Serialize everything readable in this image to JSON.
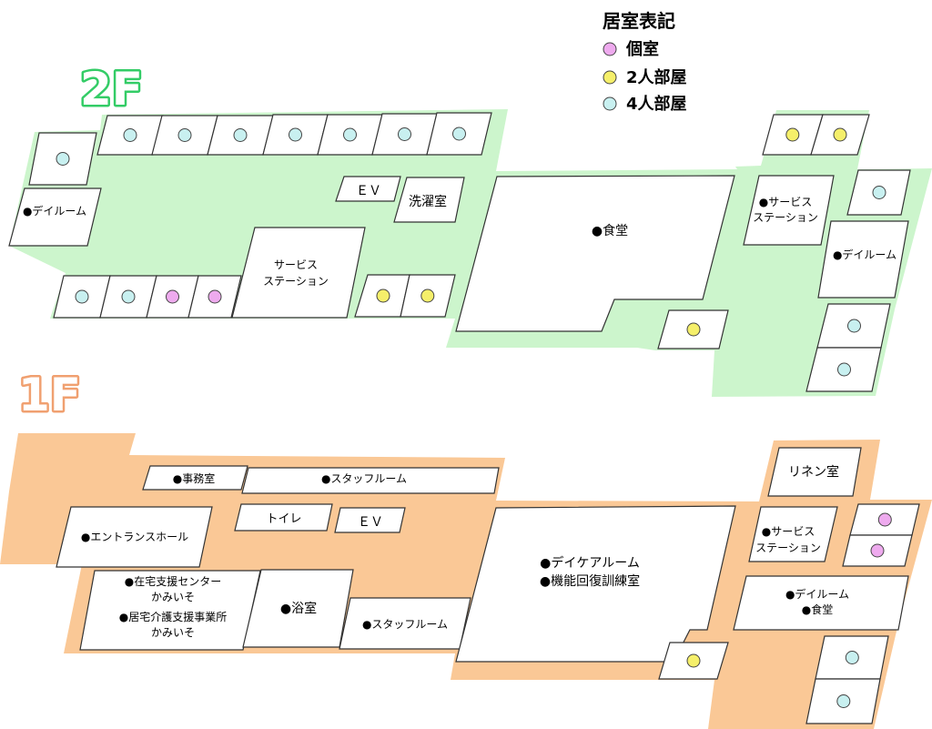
{
  "colors": {
    "floor2_fill": "#ccf5cc",
    "floor2_label": "#33cc66",
    "floor1_fill": "#fac896",
    "floor1_label": "#f0a070",
    "private_room": "#eeaaee",
    "double_room": "#f5ef6a",
    "quad_room": "#c8f0f0",
    "room_fill": "#ffffff"
  },
  "legend": {
    "title": "居室表記",
    "items": [
      {
        "type": "private",
        "label": "個室"
      },
      {
        "type": "double",
        "label": "2人部屋"
      },
      {
        "type": "quad",
        "label": "4人部屋"
      }
    ]
  },
  "floors": {
    "floor2": {
      "label": "2F",
      "rooms": [
        {
          "id": "dayroom-west",
          "label": "●デイルーム"
        },
        {
          "id": "ev",
          "label": "ＥＶ"
        },
        {
          "id": "laundry",
          "label": "洗濯室"
        },
        {
          "id": "service-station-west",
          "lines": [
            "サービス",
            "ステーション"
          ]
        },
        {
          "id": "dining",
          "label": "●食堂"
        },
        {
          "id": "service-station-east",
          "lines": [
            "●サービス",
            "ステーション"
          ]
        },
        {
          "id": "dayroom-east",
          "label": "●デイルーム"
        }
      ],
      "bedrooms": [
        "quad",
        "quad",
        "quad",
        "quad",
        "quad",
        "quad",
        "quad",
        "quad",
        "quad",
        "quad",
        "private",
        "private",
        "double",
        "double",
        "double",
        "double",
        "quad",
        "double",
        "quad",
        "quad",
        "quad"
      ]
    },
    "floor1": {
      "label": "1F",
      "rooms": [
        {
          "id": "office",
          "label": "●事務室"
        },
        {
          "id": "staff-room-north",
          "label": "●スタッフルーム"
        },
        {
          "id": "entrance-hall",
          "label": "●エントランスホール"
        },
        {
          "id": "toilet",
          "label": "トイレ"
        },
        {
          "id": "ev",
          "label": "ＥＶ"
        },
        {
          "id": "support-offices",
          "lines": [
            "●在宅支援センター",
            "かみいそ",
            "●居宅介護支援事業所",
            "かみいそ"
          ]
        },
        {
          "id": "bath",
          "label": "●浴室"
        },
        {
          "id": "staff-room-south",
          "label": "●スタッフルーム"
        },
        {
          "id": "daycare",
          "lines": [
            "●デイケアルーム",
            "●機能回復訓練室"
          ]
        },
        {
          "id": "linen",
          "label": "リネン室"
        },
        {
          "id": "service-station",
          "lines": [
            "●サービス",
            "ステーション"
          ]
        },
        {
          "id": "dayroom-dining",
          "lines": [
            "●デイルーム",
            "●食堂"
          ]
        }
      ],
      "bedrooms": [
        "private",
        "private",
        "double",
        "quad",
        "quad"
      ]
    }
  }
}
